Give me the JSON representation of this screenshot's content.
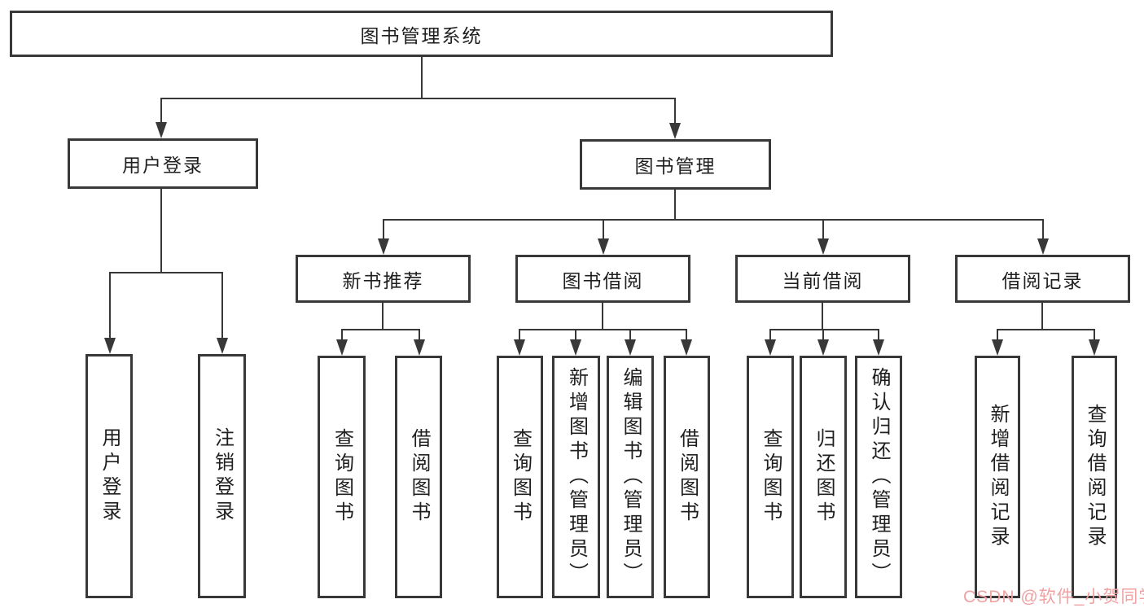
{
  "tree": {
    "root": "图书管理系统",
    "user_login": {
      "label": "用户登录",
      "leaves": [
        "用户登录",
        "注销登录"
      ]
    },
    "book_mgmt": {
      "label": "图书管理",
      "groups": [
        {
          "label": "新书推荐",
          "leaves": [
            "查询图书",
            "借阅图书"
          ]
        },
        {
          "label": "图书借阅",
          "leaves": [
            "查询图书",
            "新增图书（管理员）",
            "编辑图书（管理员）",
            "借阅图书"
          ]
        },
        {
          "label": "当前借阅",
          "leaves": [
            "查询图书",
            "归还图书",
            "确认归还（管理员）"
          ]
        },
        {
          "label": "借阅记录",
          "leaves": [
            "新增借阅记录",
            "查询借阅记录"
          ]
        }
      ]
    }
  },
  "watermark": {
    "text": "CSDN @软件_小贺同学",
    "color": "#f0a2a2"
  },
  "colors": {
    "line": "#383838",
    "text": "#1f1f1f",
    "background": "#ffffff"
  }
}
